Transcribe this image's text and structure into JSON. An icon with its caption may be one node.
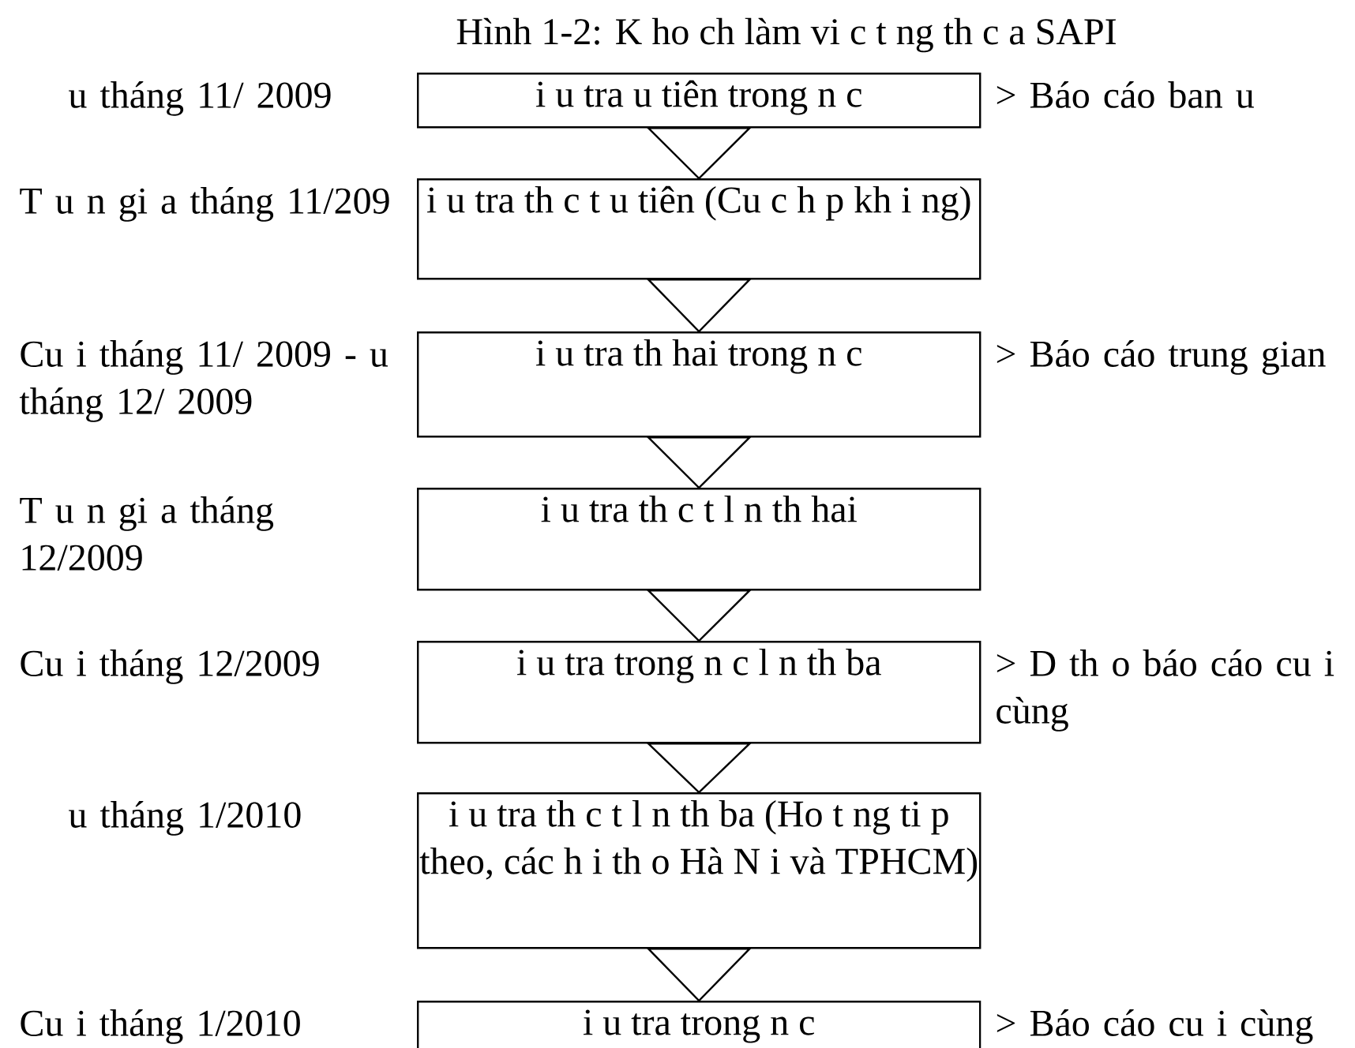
{
  "diagram": {
    "title": "Hình 1-2: K ho ch làm vi c t ng th c a SAPI",
    "nodes": [
      {
        "text": [
          "i u tra u tiên trong n c"
        ],
        "beside": [
          "u tháng 11/ 2009",
          "> Báo cáo ban u"
        ]
      },
      {
        "text": [
          "i u tra th c t u tiên (Cu c h p kh i ng)"
        ],
        "beside": [
          "T u n gi a tháng 11/209"
        ]
      },
      {
        "text": [
          "i u tra th hai trong n c"
        ],
        "beside": [
          "Cu i tháng 11/ 2009 - u tháng 12/ 2009",
          "> Báo cáo trung gian"
        ]
      },
      {
        "text": [
          "i u tra th c t l n th hai"
        ],
        "beside": [
          "T u n gi a tháng 12/2009"
        ]
      },
      {
        "text": [
          "i u tra trong n c l n th ba"
        ],
        "beside": [
          "Cu i tháng 12/2009",
          "> D th o báo cáo cu i cùng"
        ]
      },
      {
        "text": [
          "i u tra th c t l n th ba (Ho t ng ti p theo, các h i th o Hà N i và TPHCM)"
        ],
        "beside": [
          "u tháng 1/2010"
        ]
      },
      {
        "text": [
          "i u tra trong n c"
        ],
        "beside": [
          "Cu i tháng 1/2010",
          "> Báo cáo cu i cùng"
        ]
      }
    ],
    "edges": [
      {
        "from": 0,
        "to": 1,
        "arrow": "to"
      },
      {
        "from": 1,
        "to": 2,
        "arrow": "to"
      },
      {
        "from": 2,
        "to": 3,
        "arrow": "to"
      },
      {
        "from": 3,
        "to": 4,
        "arrow": "to"
      },
      {
        "from": 4,
        "to": 5,
        "arrow": "to"
      },
      {
        "from": 5,
        "to": 6,
        "arrow": "to"
      }
    ]
  }
}
